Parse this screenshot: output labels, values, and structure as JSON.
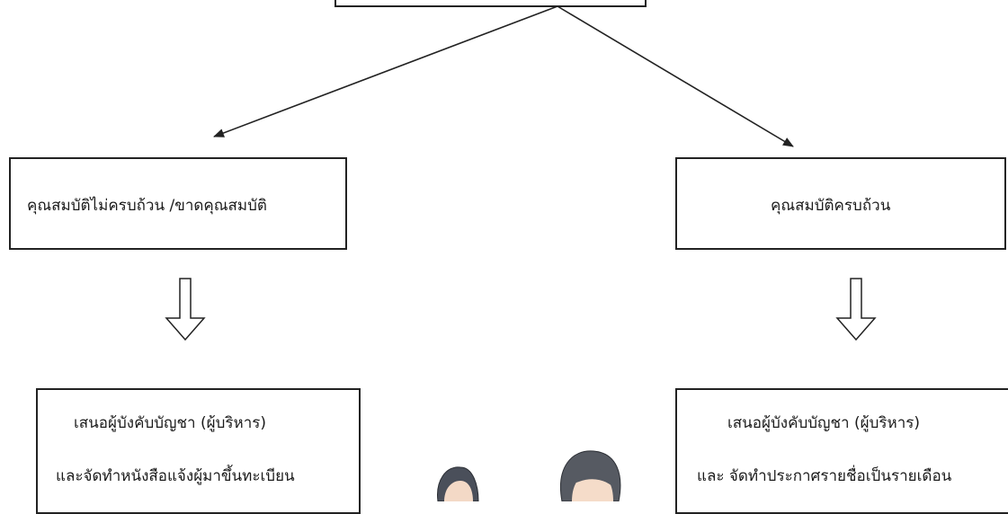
{
  "diagram": {
    "left_condition": "คุณสมบัติไม่ครบถ้วน /ขาดคุณสมบัติ",
    "right_condition": "คุณสมบัติครบถ้วน",
    "left_action": {
      "line1": "เสนอผู้บังคับบัญชา (ผู้บริหาร)",
      "line2": "และจัดทำหนังสือแจ้งผู้มาขึ้นทะเบียน"
    },
    "right_action": {
      "line1": "เสนอผู้บังคับบัญชา (ผู้บริหาร)",
      "line2": "และ จัดทำประกาศรายชื่อเป็นรายเดือน"
    }
  },
  "colors": {
    "line": "#222222",
    "box_border": "#222222",
    "arrow_fill": "#ffffff"
  }
}
